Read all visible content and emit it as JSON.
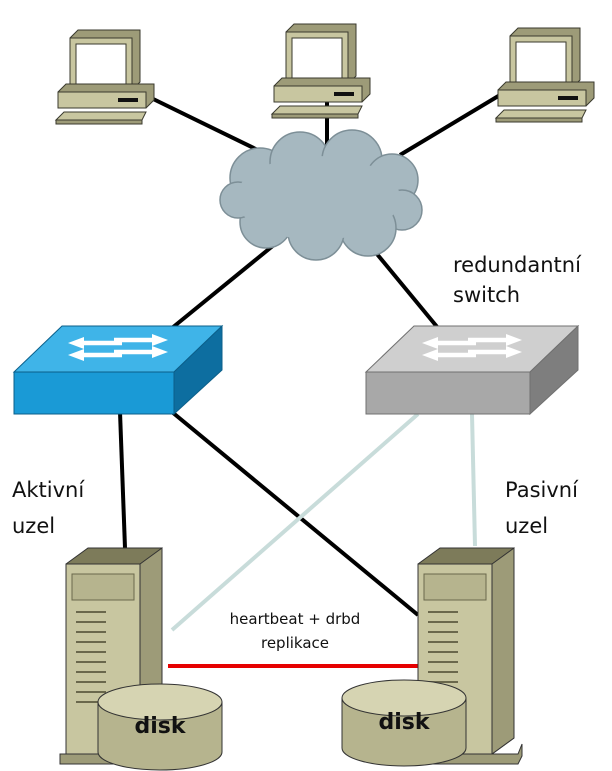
{
  "labels": {
    "switch_line1": "redundantní",
    "switch_line2": "switch",
    "active_line1": "Aktivní",
    "active_line2": "uzel",
    "passive_line1": "Pasivní",
    "passive_line2": "uzel",
    "link_line1": "heartbeat + drbd",
    "link_line2": "replikace",
    "disk_left": "disk",
    "disk_right": "disk"
  },
  "colors": {
    "active_switch": "#1a9ad6",
    "passive_switch": "#a8a8a8",
    "cloud": "#a6b8c0",
    "server": "#c8c6a0",
    "heartbeat_link": "#e60000",
    "passive_links": "#c8dcda",
    "active_links": "#000000"
  },
  "icons": {
    "workstations": [
      "computer-icon",
      "computer-icon",
      "computer-icon"
    ],
    "network": "cloud-icon",
    "switches": [
      "switch-icon",
      "switch-icon"
    ],
    "servers": [
      "server-icon",
      "server-icon"
    ],
    "storage": [
      "disk-icon",
      "disk-icon"
    ]
  }
}
